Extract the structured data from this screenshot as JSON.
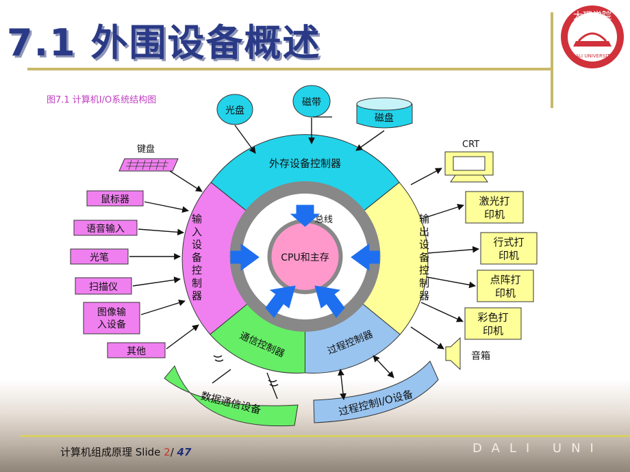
{
  "slide": {
    "title": "7.1 外围设备概述",
    "footer_text": "计算机组成原理 Slide ",
    "page_current": "2",
    "page_sep": "/ ",
    "page_total": "47",
    "logo_text": "大理学院",
    "logo_subtext": "DALI UNIVERSITY",
    "background_text": "DALI UNI"
  },
  "diagram": {
    "caption": "图7.1 计算机I/O系统结构图",
    "center": "CPU和主存",
    "bus_label": "总线",
    "ring_top": "外存设备控制器",
    "ring_left": "输入设备控制器",
    "ring_right": "输出设备控制器",
    "ring_bottom_left": "通信控制器",
    "ring_bottom_right": "过程控制器",
    "storage": [
      "光盘",
      "磁带",
      "磁盘"
    ],
    "keyboard": "键盘",
    "inputs": [
      "鼠标器",
      "语音输入",
      "光笔",
      "扫描仪",
      "图像输入设备",
      "其他"
    ],
    "outputs": [
      "CRT",
      "激光打印机",
      "行式打印机",
      "点阵打印机",
      "彩色打印机",
      "音箱"
    ],
    "data_comm": "数据通信设备",
    "process_io": "过程控制I/O设备",
    "colors": {
      "cyan": "#22d3ea",
      "magenta": "#f080f0",
      "yellow": "#ffff99",
      "green": "#66ee66",
      "blue": "#99c4f0",
      "gray": "#888888",
      "pink": "#ff99cc",
      "arrow": "#1e6ff0",
      "title": "#2a3a86"
    }
  }
}
